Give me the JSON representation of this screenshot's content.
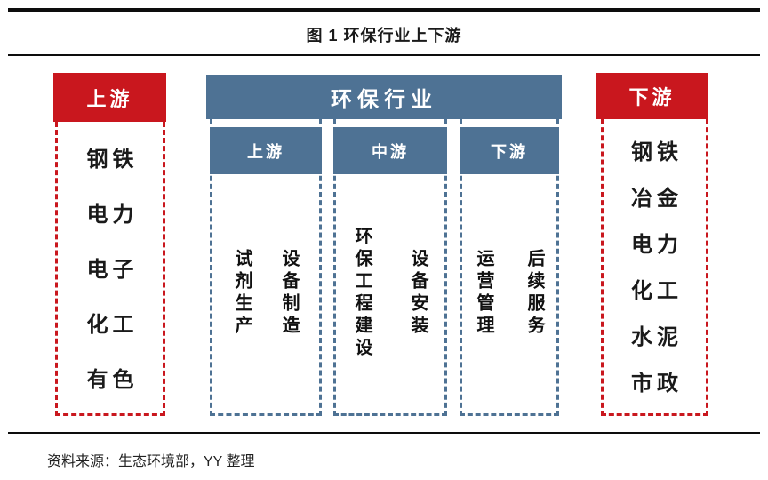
{
  "figure": {
    "title": "图 1 环保行业上下游",
    "source": "资料来源：生态环境部，YY 整理"
  },
  "colors": {
    "red": "#c9171e",
    "blue": "#4e7294",
    "text": "#1a1a1a"
  },
  "upstream_column": {
    "header": "上游",
    "items": [
      "钢铁",
      "电力",
      "电子",
      "化工",
      "有色"
    ]
  },
  "industry": {
    "header": "环保行业",
    "segments": [
      {
        "label": "上游",
        "items": [
          "试剂生产",
          "设备制造"
        ]
      },
      {
        "label": "中游",
        "items": [
          "环保工程建设",
          "设备安装"
        ]
      },
      {
        "label": "下游",
        "items": [
          "运营管理",
          "后续服务"
        ]
      }
    ]
  },
  "downstream_column": {
    "header": "下游",
    "items": [
      "钢铁",
      "冶金",
      "电力",
      "化工",
      "水泥",
      "市政"
    ]
  }
}
